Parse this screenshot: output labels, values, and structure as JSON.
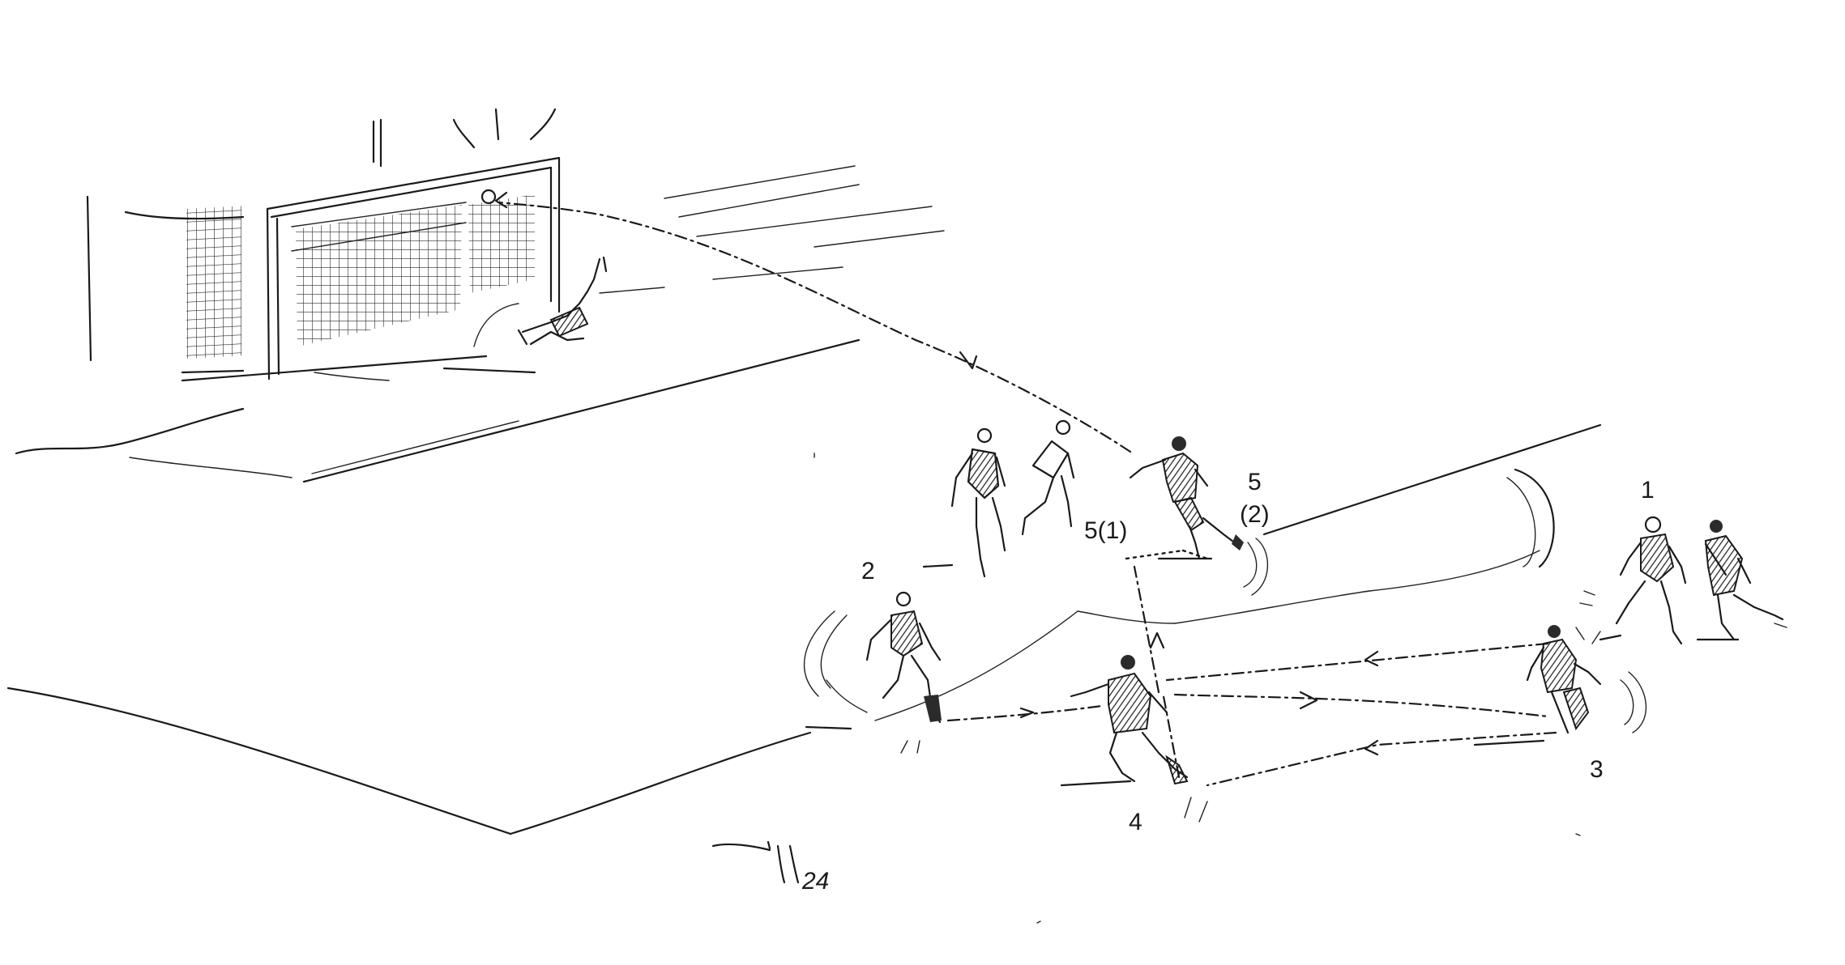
{
  "labels": {
    "p1": "1",
    "p2": "2",
    "p3": "3",
    "p4": "4",
    "p5a": "5",
    "p5b": "(2)",
    "p5c": "5(1)"
  },
  "signature": {
    "year": "24"
  }
}
